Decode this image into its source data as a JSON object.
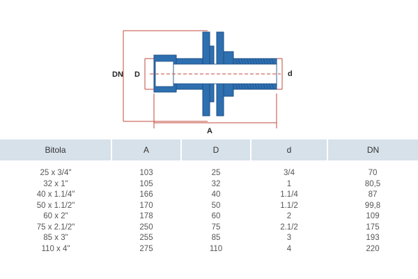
{
  "drawing": {
    "labels": {
      "dn": "DN",
      "d_upper": "D",
      "d_lower": "d",
      "a": "A"
    },
    "colors": {
      "part_fill": "#2e6fb0",
      "part_stroke": "#1d4f86",
      "dimension_line": "#c04a3c",
      "centerline": "#c04a3c"
    }
  },
  "table": {
    "headers": [
      "Bitola",
      "A",
      "D",
      "d",
      "DN"
    ],
    "rows": [
      [
        "25 x 3/4\"",
        "103",
        "25",
        "3/4",
        "70"
      ],
      [
        "32 x 1\"",
        "105",
        "32",
        "1",
        "80,5"
      ],
      [
        "40 x 1.1/4\"",
        "166",
        "40",
        "1.1/4",
        "87"
      ],
      [
        "50 x 1.1/2\"",
        "170",
        "50",
        "1.1/2",
        "99,8"
      ],
      [
        "60 x 2\"",
        "178",
        "60",
        "2",
        "109"
      ],
      [
        "75 x 2.1/2\"",
        "250",
        "75",
        "2.1/2",
        "175"
      ],
      [
        "85 x 3\"",
        "255",
        "85",
        "3",
        "193"
      ],
      [
        "110 x 4\"",
        "275",
        "110",
        "4",
        "220"
      ]
    ],
    "header_color": "#d7e1ea"
  }
}
